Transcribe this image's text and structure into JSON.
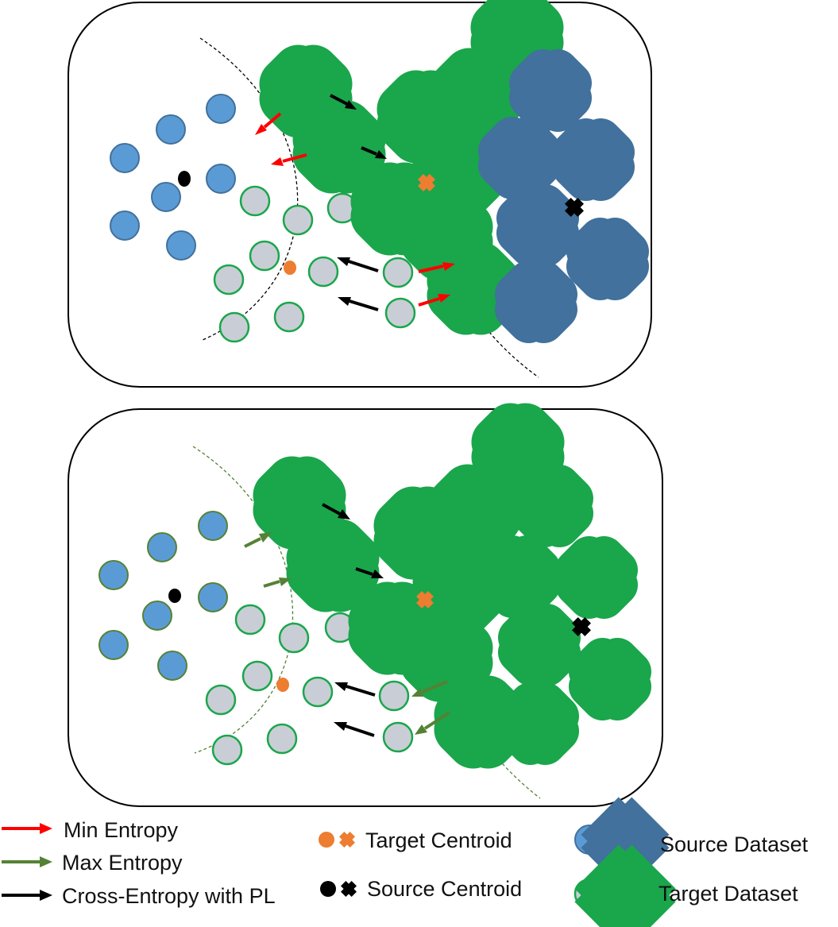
{
  "colors": {
    "source_blue": "#5b9bd5",
    "source_stroke": "#41719c",
    "target_gray": "#c9ced6",
    "target_green": "#1aa64b",
    "target_centroid": "#ed7d31",
    "source_centroid": "#000000",
    "min_entropy": "#ff0000",
    "max_entropy": "#548235",
    "cross_entropy": "#000000",
    "boundary_top": "#000000",
    "boundary_bottom": "#548235"
  },
  "legend": {
    "min_entropy": "Min Entropy",
    "max_entropy": "Max Entropy",
    "cross_entropy": "Cross-Entropy with PL",
    "target_centroid": "Target Centroid",
    "source_centroid": "Source Centroid",
    "source_dataset": "Source Dataset",
    "target_dataset": "Target Dataset"
  }
}
